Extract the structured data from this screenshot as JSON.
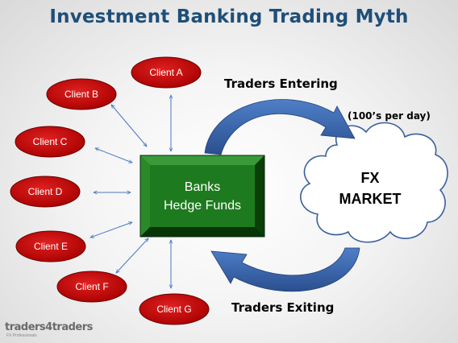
{
  "title": "Investment Banking Trading Myth",
  "center_box": {
    "line1": "Banks",
    "line2": "Hedge Funds"
  },
  "clients": [
    "Client A",
    "Client B",
    "Client C",
    "Client D",
    "Client E",
    "Client F",
    "Client G"
  ],
  "market": {
    "line1": "FX",
    "line2": "MARKET"
  },
  "traders_entering": "Traders Entering",
  "traders_per_day": "(100’s per day)",
  "traders_exiting": "Traders Exiting",
  "logo": {
    "name": "traders4traders",
    "tagline": "FX Professionals"
  },
  "colors": {
    "title": "#1f4e79",
    "client_fill": "#c00000",
    "box_fill": "#1e7a1e",
    "arrow_blue": "#2f5597",
    "connector": "#4a78c2"
  }
}
